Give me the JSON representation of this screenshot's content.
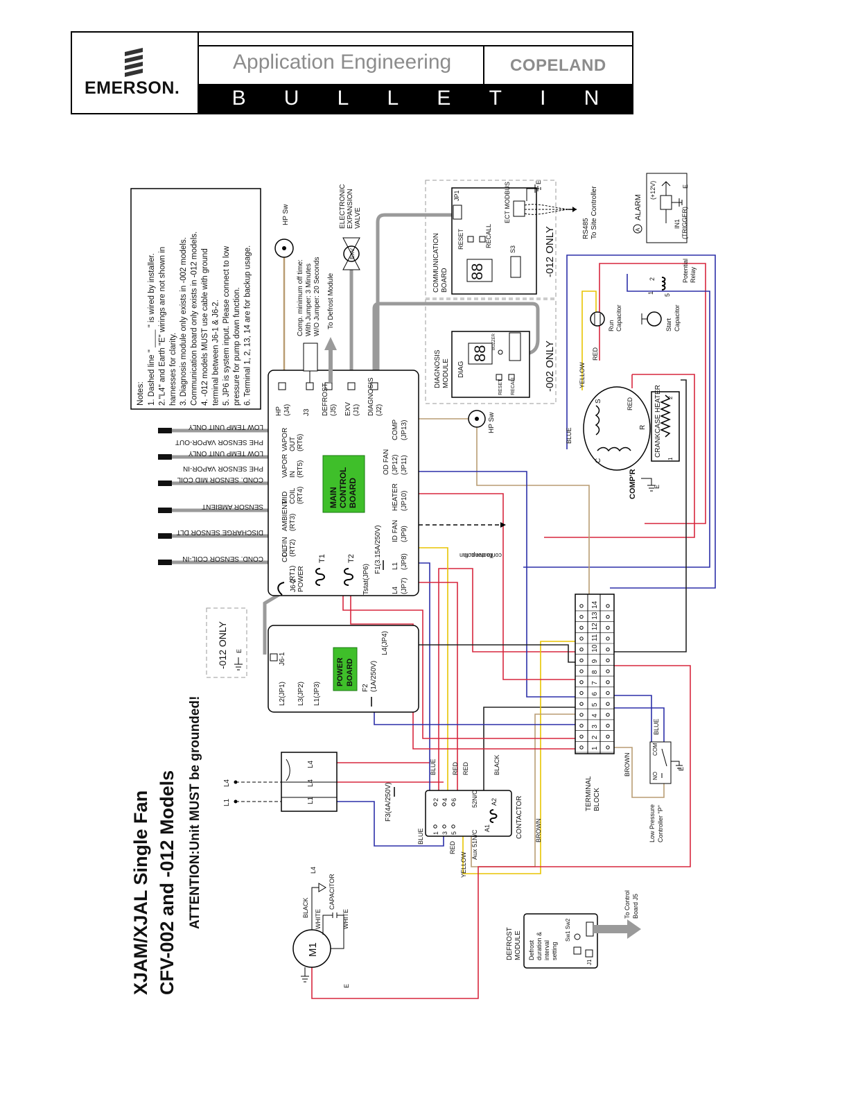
{
  "header": {
    "brand": "EMERSON.",
    "app_engineering": "Application Engineering",
    "copeland": "COPELAND",
    "bulletin_letters": [
      "B",
      "U",
      "L",
      "L",
      "E",
      "T",
      "I",
      "N"
    ]
  },
  "title": {
    "line1": "XJAM/XJAL Single Fan",
    "line2": "CFV-002 and -012 Models",
    "attention": "ATTENTION:Unit MUST be grounded!"
  },
  "notes": {
    "heading": "Notes:",
    "lines": [
      "1. Dashed line \" ____ \" is wired by installer.",
      "2.\"L4\" and Earth \"E\" wirings are not shown in",
      "    harnesses for clarity.",
      "3. Diagnosis module only exists in -002 models.",
      "    Communication board only exists in -012 models.",
      "4. -012 models MUST use cable with ground",
      "    terminal between J6-1 & J6-2.",
      "5. JP6 is system input. Please connect to low",
      "    pressure for pump down function.",
      "6. Terminal 1, 2, 13, 14 are for backup usage."
    ]
  },
  "sensors": [
    {
      "name": "LOW TEMP UNIT ONLY",
      "sub": "PHE SENSOR VAPOR-OUT"
    },
    {
      "name": "LOW TEMP UNIT ONLY",
      "sub": "PHE SENSOR VAPOR-IN"
    },
    {
      "name": "COND. SENSOR MID COIL",
      "sub": ""
    },
    {
      "name": "SENSOR AMBIENT",
      "sub": ""
    },
    {
      "name": "DISCHARGE SENSOR DLT",
      "sub": ""
    },
    {
      "name": "COND. SENSOR COIL-IN",
      "sub": ""
    }
  ],
  "main_board": {
    "label": [
      "MAIN",
      "CONTROL",
      "BOARD"
    ],
    "top_connectors": [
      {
        "l1": "VAPOR",
        "l2": "OUT",
        "l3": "(RT6)"
      },
      {
        "l1": "VAPOR",
        "l2": "IN",
        "l3": "(RT5)"
      },
      {
        "l1": "MID",
        "l2": "COIL",
        "l3": "(RT4)"
      },
      {
        "l1": "AMBIENT",
        "l2": "(RT3)",
        "l3": ""
      },
      {
        "l1": "DLT",
        "l2": "(RT2)",
        "l3": ""
      },
      {
        "l1": "COIL-IN",
        "l2": "(RT1)",
        "l3": ""
      }
    ],
    "j6_2": [
      "J6-2",
      "POWER"
    ],
    "right_connectors": [
      {
        "l1": "HP",
        "l2": "(J4)"
      },
      {
        "l1": "J3",
        "l2": ""
      },
      {
        "l1": "DEFROST",
        "l2": "(J5)"
      },
      {
        "l1": "EXV",
        "l2": "(J1)"
      },
      {
        "l1": "DIAGNOSIS",
        "l2": "(J2)"
      }
    ],
    "bottom_connectors": [
      {
        "l1": "COMP",
        "l2": "(JP13)"
      },
      {
        "l1": "(JP12)",
        "l2": "(JP11)",
        "l3": "OD FAN"
      },
      {
        "l1": "HEATER",
        "l2": "(JP10)"
      },
      {
        "l1": "ID FAN",
        "l2": "(JP9)"
      },
      {
        "l1": "L1",
        "l2": "(JP8)"
      },
      {
        "l1": "L4",
        "l2": "(JP7)"
      }
    ],
    "t1": "T1",
    "t2": "T2",
    "f1": "F1(3.15A/250V)",
    "tstat": "Tstat(JP6)"
  },
  "hp_top": {
    "label": "HP Sw"
  },
  "comp_off": [
    "Comp. minimum off time:",
    "With Jumper: 3 Minutes",
    "W/O Jumper: 20 Seconds"
  ],
  "to_defrost": "To Defrost Module",
  "exv": {
    "icon": "EXV",
    "label": [
      "ELECTRONIC",
      "EXPANSION",
      "VALVE"
    ]
  },
  "comm_board": {
    "label": [
      "COMMUNICATION",
      "BOARD"
    ],
    "display": "88",
    "reset": "RESET",
    "recall": "RECALL",
    "s3": "S3",
    "jp1": "JP1",
    "ect": "ECT MODBUS",
    "only": "-012 ONLY",
    "rs485": "RS485",
    "to_site": "To Site Controller",
    "e": "E"
  },
  "diag_module": {
    "label": [
      "DIAGNOSIS",
      "MODULE"
    ],
    "diag": "DIAG",
    "display": "88",
    "reset": "RESET",
    "recall": "RECALL",
    "buzzer": "BUZZER",
    "only": "-002 ONLY"
  },
  "alarm": {
    "label": "ALARM",
    "v12": "(+12V)",
    "in1": "IN1",
    "trigger": "(TRIGGER)",
    "e": "E",
    "a": "A"
  },
  "relay": {
    "label": [
      "Potential",
      "Relay"
    ],
    "p1": "1",
    "p2": "2",
    "p5": "5"
  },
  "capacitors": {
    "run": [
      "Run",
      "Capacitor"
    ],
    "start": [
      "Start",
      "Capacitor"
    ]
  },
  "compressor": {
    "s": "S",
    "r": "R",
    "c": "C",
    "label": "COMP'R",
    "e": "E",
    "heater": "CRANKCASE  HEATER",
    "h1": "1",
    "h2": "2"
  },
  "wire_labels": {
    "yellow": "YELLOW",
    "red": "RED",
    "blue": "BLUE",
    "black": "BLACK",
    "brown": "BROWN",
    "white": "WHITE"
  },
  "hp_sw2": "HP Sw",
  "to_evap": [
    "To evap. fan",
    "contactor coil"
  ],
  "power_board": {
    "label": [
      "POWER",
      "BOARD"
    ],
    "j6_1": "J6-1",
    "l2": "L2(JP1)",
    "l3": "L3(JP2)",
    "l1": "L1(JP3)",
    "l4": "L4(JP4)",
    "f2": [
      "F2",
      "(1A/250V)"
    ]
  },
  "only012_left": {
    "text": "-012 ONLY",
    "e": "E"
  },
  "terminal_block": {
    "label": [
      "TERMINAL",
      "BLOCK"
    ],
    "numbers": [
      "1",
      "2",
      "3",
      "4",
      "5",
      "6",
      "7",
      "8",
      "9",
      "10",
      "11",
      "12",
      "13",
      "14"
    ]
  },
  "disconnect": {
    "l1": "L1",
    "l4": "L4",
    "in_l1": "L1",
    "in_l4": "L4"
  },
  "contactor": {
    "label": "CONTACTOR",
    "pins": [
      "1",
      "2",
      "3",
      "4",
      "5",
      "6"
    ],
    "a1": "A1",
    "a2": "A2",
    "nc52": "52N/C",
    "aux": "Aux 51N/C",
    "f3": "F3(4A/250V)"
  },
  "low_pressure": {
    "label": [
      "Low Pressure",
      "Controller \"P\""
    ],
    "no": "NO",
    "com": "COM",
    "e": "E"
  },
  "fan_motor": {
    "m1": "M1",
    "black": "BLACK",
    "white": "WHITE",
    "capacitor": "CAPACITOR",
    "l4": "L4",
    "e": "E"
  },
  "defrost_module": {
    "label": [
      "DEFROST",
      "MODULE"
    ],
    "desc": [
      "Defrost",
      "duration &",
      "interval",
      "setting"
    ],
    "sw": "Sw1 Sw2",
    "j1": "J1",
    "to_control": [
      "To Control",
      "Board J5"
    ]
  },
  "colors": {
    "red": "#d7263d",
    "blue": "#2b2fa8",
    "yellow": "#e8c400",
    "brown": "#b89c72",
    "black": "#222222",
    "grey": "#9a9a9a",
    "green": "#3fbf2a"
  }
}
